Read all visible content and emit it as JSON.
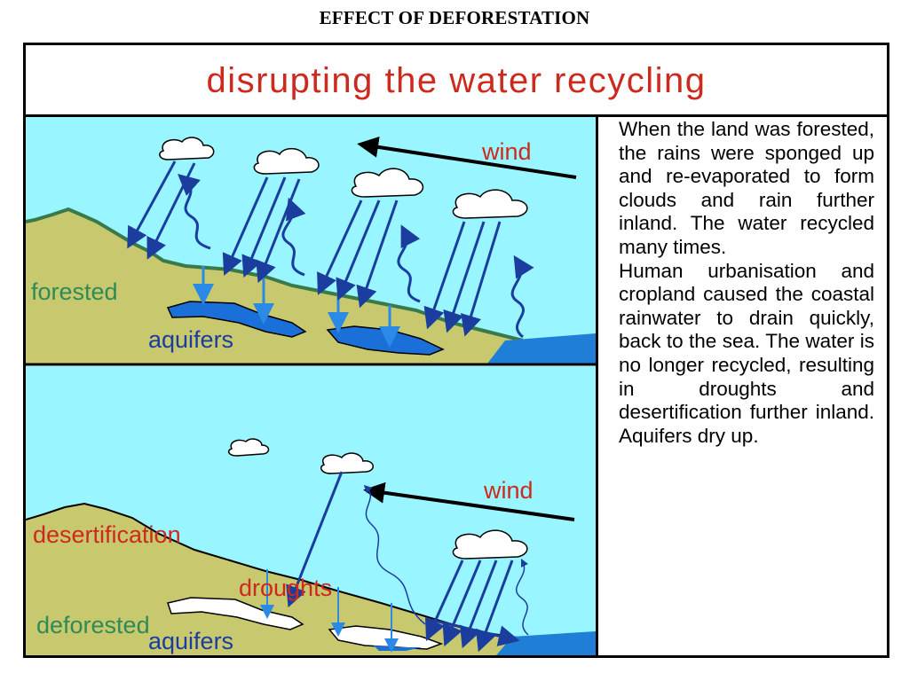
{
  "page": {
    "title": "EFFECT OF DEFORESTATION"
  },
  "banner": {
    "title": "disrupting the water recycling"
  },
  "top_panel": {
    "wind_label": "wind",
    "land_label": "forested",
    "aquifer_label": "aquifers"
  },
  "bottom_panel": {
    "wind_label": "wind",
    "desertification_label": "desertification",
    "droughts_label": "droughts",
    "land_label": "deforested",
    "aquifer_label": "aquifers"
  },
  "explanation": {
    "paragraph_1": "When the land was forested, the rains were sponged up and re-evaporated to form clouds and rain further inland. The water recycled many times.",
    "paragraph_2": "Human urbanisation and cropland caused the coastal rainwater to drain quickly, back to the sea. The water is no longer recycled, resulting in droughts and desertification further inland. Aquifers dry up."
  },
  "colors": {
    "sky": "#99f5ff",
    "land": "#c8c86e",
    "forest_edge": "#3a7a4a",
    "sea": "#1f7fd6",
    "aquifer_full": "#1a6fd8",
    "rain_arrow": "#1a3d9e",
    "title_red": "#cc2a1e",
    "label_green": "#2e8b57",
    "label_blue": "#1a3d9e"
  }
}
